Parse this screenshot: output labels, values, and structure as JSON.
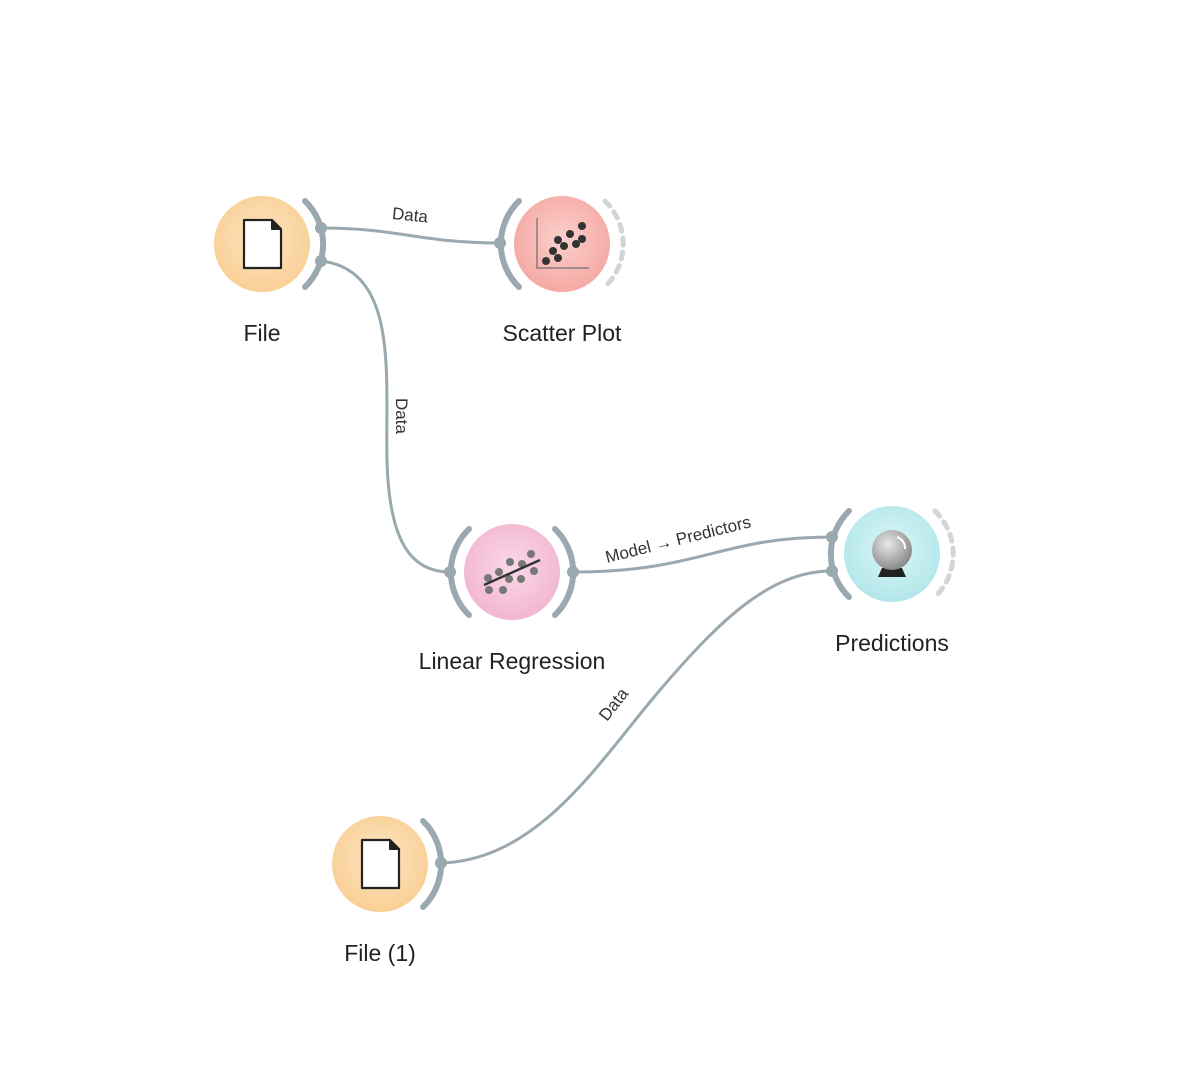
{
  "canvas": {
    "title": "Orange workflow"
  },
  "nodes": [
    {
      "id": "file",
      "label": "File",
      "icon": "file-icon",
      "color": "#fbd9a8"
    },
    {
      "id": "scatter",
      "label": "Scatter Plot",
      "icon": "scatter-plot-icon",
      "color": "#f8b9b5"
    },
    {
      "id": "linreg",
      "label": "Linear Regression",
      "icon": "linear-regression-icon",
      "color": "#f7c6dc"
    },
    {
      "id": "predictions",
      "label": "Predictions",
      "icon": "crystal-ball-icon",
      "color": "#c6eef0"
    },
    {
      "id": "file1",
      "label": "File (1)",
      "icon": "file-icon",
      "color": "#fbd9a8"
    }
  ],
  "links": [
    {
      "id": "file-scatter",
      "label": "Data"
    },
    {
      "id": "file-linreg",
      "label": "Data"
    },
    {
      "id": "linreg-predictions",
      "label": "Model → Predictors"
    },
    {
      "id": "file1-predictions",
      "label": "Data"
    }
  ]
}
